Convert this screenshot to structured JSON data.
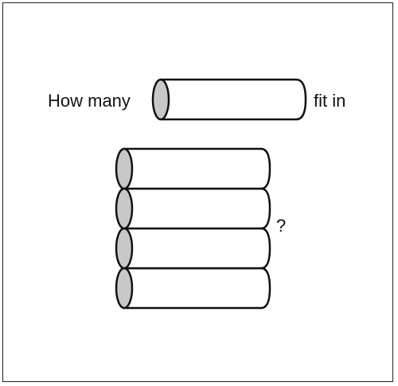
{
  "question": {
    "prefix": "How many",
    "suffix": "fit in",
    "mark": "?"
  },
  "figure": {
    "single_cylinder_count": 1,
    "stacked_cylinder_count": 4
  },
  "colors": {
    "stroke": "#111111",
    "cylinder_end": "#c8c8c8",
    "cylinder_body": "#ffffff",
    "frame": "#222222"
  }
}
